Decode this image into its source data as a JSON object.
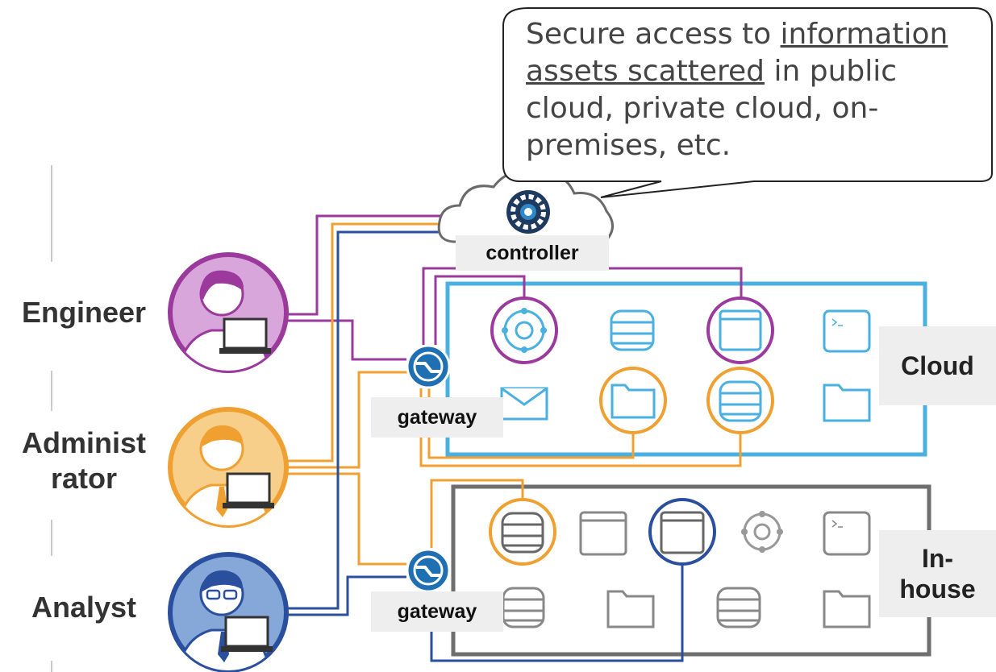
{
  "callout": {
    "line1_plain": "Secure access to ",
    "line1_underlined": "information",
    "line2_underlined": "assets scattered",
    "line2_plain": " in public",
    "line3": "cloud, private cloud, on-",
    "line4": "premises, etc."
  },
  "users": {
    "engineer": "Engineer",
    "administrator_line1": "Administ",
    "administrator_line2": "rator",
    "analyst": "Analyst"
  },
  "labels": {
    "controller": "controller",
    "gateway_cloud": "gateway",
    "gateway_inhouse": "gateway",
    "cloud": "Cloud",
    "inhouse_line1": "In-",
    "inhouse_line2": "house"
  },
  "colors": {
    "engineer": "#9b3a9c",
    "administrator": "#f0a030",
    "analyst": "#2a4f9e",
    "cloud_box": "#4ab0e0",
    "inhouse_box": "#6e6e6e",
    "gateway": "#1f6fb3"
  },
  "icons": {
    "controller": "gear-icon",
    "gateway": "gateway-icon",
    "cloud_assets": [
      "target-icon",
      "database-icon",
      "window-icon",
      "terminal-icon",
      "mail-icon",
      "folder-icon",
      "database-icon",
      "folder-icon"
    ],
    "inhouse_assets": [
      "database-icon",
      "window-icon",
      "window-icon",
      "target-icon",
      "terminal-icon",
      "database-icon",
      "folder-icon",
      "database-icon",
      "folder-icon"
    ]
  }
}
